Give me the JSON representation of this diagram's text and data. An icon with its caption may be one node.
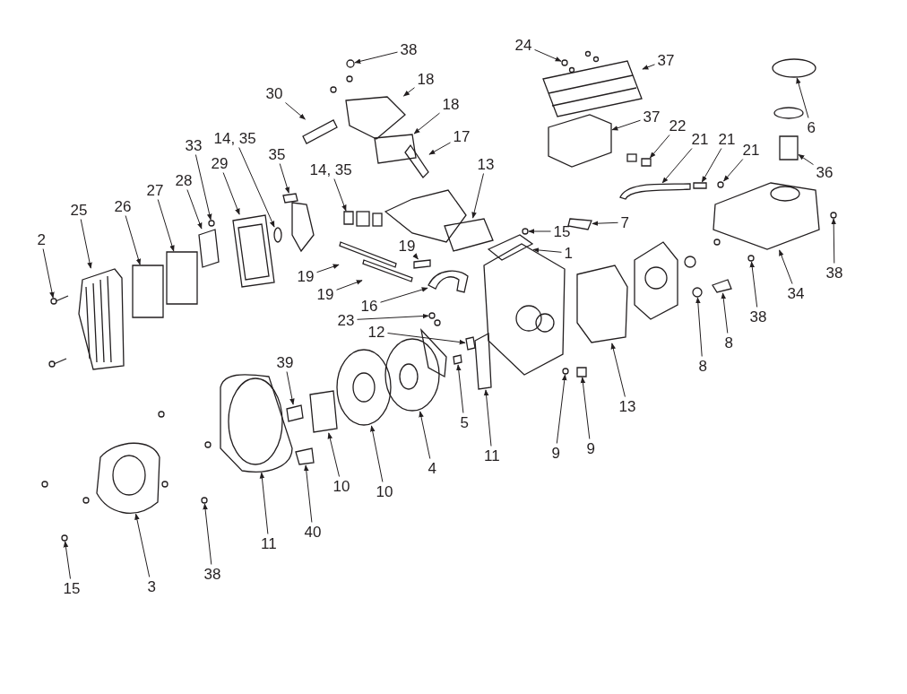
{
  "diagram": {
    "nodes": [
      {
        "text": [
          "38"
        ]
      },
      {
        "text": [
          "18"
        ]
      },
      {
        "text": [
          "30"
        ]
      },
      {
        "text": [
          "18"
        ]
      },
      {
        "text": [
          "17"
        ]
      },
      {
        "text": [
          "33"
        ]
      },
      {
        "text": [
          "14, 35"
        ]
      },
      {
        "text": [
          "29"
        ]
      },
      {
        "text": [
          "35"
        ]
      },
      {
        "text": [
          "14, 35"
        ]
      },
      {
        "text": [
          "13"
        ]
      },
      {
        "text": [
          "28"
        ]
      },
      {
        "text": [
          "27"
        ]
      },
      {
        "text": [
          "26"
        ]
      },
      {
        "text": [
          "25"
        ]
      },
      {
        "text": [
          "2"
        ]
      },
      {
        "text": [
          "19"
        ]
      },
      {
        "text": [
          "19"
        ]
      },
      {
        "text": [
          "19"
        ]
      },
      {
        "text": [
          "16"
        ]
      },
      {
        "text": [
          "23"
        ]
      },
      {
        "text": [
          "12"
        ]
      },
      {
        "text": [
          "39"
        ]
      },
      {
        "text": [
          "5"
        ]
      },
      {
        "text": [
          "4"
        ]
      },
      {
        "text": [
          "11"
        ]
      },
      {
        "text": [
          "10"
        ]
      },
      {
        "text": [
          "10"
        ]
      },
      {
        "text": [
          "11"
        ]
      },
      {
        "text": [
          "40"
        ]
      },
      {
        "text": [
          "3"
        ]
      },
      {
        "text": [
          "38"
        ]
      },
      {
        "text": [
          "15"
        ]
      },
      {
        "text": [
          "24"
        ]
      },
      {
        "text": [
          "37"
        ]
      },
      {
        "text": [
          "37"
        ]
      },
      {
        "text": [
          "22"
        ]
      },
      {
        "text": [
          "21"
        ]
      },
      {
        "text": [
          "21"
        ]
      },
      {
        "text": [
          "21"
        ]
      },
      {
        "text": [
          "6"
        ]
      },
      {
        "text": [
          "36"
        ]
      },
      {
        "text": [
          "7"
        ]
      },
      {
        "text": [
          "15"
        ]
      },
      {
        "text": [
          "1"
        ]
      },
      {
        "text": [
          "38"
        ]
      },
      {
        "text": [
          "34"
        ]
      },
      {
        "text": [
          "38"
        ]
      },
      {
        "text": [
          "8"
        ]
      },
      {
        "text": [
          "8"
        ]
      },
      {
        "text": [
          "9"
        ]
      },
      {
        "text": [
          "9"
        ]
      },
      {
        "text": [
          "13"
        ]
      },
      {
        "text": [],
        "shape": "circle"
      },
      {
        "text": [],
        "shape": "box"
      },
      {
        "text": [],
        "shape": "box"
      },
      {
        "text": [],
        "shape": "box"
      },
      {
        "text": [],
        "shape": "box"
      },
      {
        "text": [],
        "shape": "circle"
      },
      {
        "text": [],
        "shape": "circle"
      },
      {
        "text": [],
        "shape": "box"
      },
      {
        "text": [],
        "shape": "box"
      },
      {
        "text": [],
        "shape": "box"
      },
      {
        "text": [],
        "shape": "box"
      },
      {
        "text": [],
        "shape": "box"
      },
      {
        "text": [],
        "shape": "box"
      },
      {
        "text": [],
        "shape": "box"
      },
      {
        "text": [],
        "shape": "box"
      },
      {
        "text": [],
        "shape": "circle"
      },
      {
        "text": [],
        "shape": "box"
      },
      {
        "text": [],
        "shape": "box"
      },
      {
        "text": [],
        "shape": "box"
      },
      {
        "text": [],
        "shape": "box"
      },
      {
        "text": [],
        "shape": "circle"
      },
      {
        "text": [],
        "shape": "box"
      },
      {
        "text": [],
        "shape": "box"
      },
      {
        "text": [],
        "shape": "box"
      },
      {
        "text": [],
        "shape": "circle"
      },
      {
        "text": [],
        "shape": "box"
      },
      {
        "text": [],
        "shape": "box"
      },
      {
        "text": [],
        "shape": "circle"
      },
      {
        "text": [],
        "shape": "box"
      },
      {
        "text": [],
        "shape": "box"
      },
      {
        "text": [],
        "shape": "box"
      },
      {
        "text": [],
        "shape": "circle"
      },
      {
        "text": [],
        "shape": "circle"
      },
      {
        "text": [],
        "shape": "circle"
      },
      {
        "text": [],
        "shape": "box"
      },
      {
        "text": [],
        "shape": "box"
      },
      {
        "text": [],
        "shape": "box"
      },
      {
        "text": [],
        "shape": "box"
      },
      {
        "text": [],
        "shape": "box"
      },
      {
        "text": [],
        "shape": "circle"
      },
      {
        "text": [],
        "shape": "circle"
      },
      {
        "text": [],
        "shape": "box"
      },
      {
        "text": [],
        "shape": "box"
      },
      {
        "text": [],
        "shape": "circle"
      },
      {
        "text": [],
        "shape": "box"
      },
      {
        "text": [],
        "shape": "circle"
      },
      {
        "text": [],
        "shape": "box"
      },
      {
        "text": [],
        "shape": "circle"
      },
      {
        "text": [],
        "shape": "circle"
      },
      {
        "text": [],
        "shape": "box"
      },
      {
        "text": [],
        "shape": "circle"
      },
      {
        "text": [],
        "shape": "box"
      },
      {
        "text": [],
        "shape": "box"
      }
    ],
    "edges": [
      {
        "from": 0,
        "to": 53,
        "arrow": "to"
      },
      {
        "from": 1,
        "to": 54,
        "arrow": "to"
      },
      {
        "from": 2,
        "to": 55,
        "arrow": "to"
      },
      {
        "from": 3,
        "to": 56,
        "arrow": "to"
      },
      {
        "from": 4,
        "to": 57,
        "arrow": "to"
      },
      {
        "from": 5,
        "to": 58,
        "arrow": "to"
      },
      {
        "from": 6,
        "to": 59,
        "arrow": "to"
      },
      {
        "from": 7,
        "to": 60,
        "arrow": "to"
      },
      {
        "from": 8,
        "to": 61,
        "arrow": "to"
      },
      {
        "from": 9,
        "to": 62,
        "arrow": "to"
      },
      {
        "from": 10,
        "to": 63,
        "arrow": "to"
      },
      {
        "from": 11,
        "to": 64,
        "arrow": "to"
      },
      {
        "from": 12,
        "to": 65,
        "arrow": "to"
      },
      {
        "from": 13,
        "to": 66,
        "arrow": "to"
      },
      {
        "from": 14,
        "to": 67,
        "arrow": "to"
      },
      {
        "from": 15,
        "to": 68,
        "arrow": "to"
      },
      {
        "from": 16,
        "to": 69,
        "arrow": "to"
      },
      {
        "from": 17,
        "to": 70,
        "arrow": "to"
      },
      {
        "from": 18,
        "to": 71,
        "arrow": "to"
      },
      {
        "from": 19,
        "to": 72,
        "arrow": "to"
      },
      {
        "from": 20,
        "to": 73,
        "arrow": "to"
      },
      {
        "from": 21,
        "to": 74,
        "arrow": "to"
      },
      {
        "from": 22,
        "to": 75,
        "arrow": "to"
      },
      {
        "from": 23,
        "to": 76,
        "arrow": "to"
      },
      {
        "from": 24,
        "to": 77,
        "arrow": "to"
      },
      {
        "from": 25,
        "to": 78,
        "arrow": "to"
      },
      {
        "from": 26,
        "to": 79,
        "arrow": "to"
      },
      {
        "from": 27,
        "to": 80,
        "arrow": "to"
      },
      {
        "from": 28,
        "to": 81,
        "arrow": "to"
      },
      {
        "from": 29,
        "to": 82,
        "arrow": "to"
      },
      {
        "from": 30,
        "to": 83,
        "arrow": "to"
      },
      {
        "from": 31,
        "to": 84,
        "arrow": "to"
      },
      {
        "from": 32,
        "to": 85,
        "arrow": "to"
      },
      {
        "from": 33,
        "to": 86,
        "arrow": "to"
      },
      {
        "from": 34,
        "to": 87,
        "arrow": "to"
      },
      {
        "from": 35,
        "to": 88,
        "arrow": "to"
      },
      {
        "from": 36,
        "to": 89,
        "arrow": "to"
      },
      {
        "from": 37,
        "to": 90,
        "arrow": "to"
      },
      {
        "from": 38,
        "to": 91,
        "arrow": "to"
      },
      {
        "from": 39,
        "to": 92,
        "arrow": "to"
      },
      {
        "from": 40,
        "to": 93,
        "arrow": "to"
      },
      {
        "from": 41,
        "to": 94,
        "arrow": "to"
      },
      {
        "from": 42,
        "to": 95,
        "arrow": "to"
      },
      {
        "from": 43,
        "to": 96,
        "arrow": "to"
      },
      {
        "from": 44,
        "to": 97,
        "arrow": "to"
      },
      {
        "from": 45,
        "to": 98,
        "arrow": "to"
      },
      {
        "from": 46,
        "to": 99,
        "arrow": "to"
      },
      {
        "from": 47,
        "to": 100,
        "arrow": "to"
      },
      {
        "from": 48,
        "to": 101,
        "arrow": "to"
      },
      {
        "from": 49,
        "to": 102,
        "arrow": "to"
      },
      {
        "from": 50,
        "to": 103,
        "arrow": "to"
      },
      {
        "from": 51,
        "to": 104,
        "arrow": "to"
      },
      {
        "from": 52,
        "to": 105,
        "arrow": "to"
      }
    ]
  }
}
